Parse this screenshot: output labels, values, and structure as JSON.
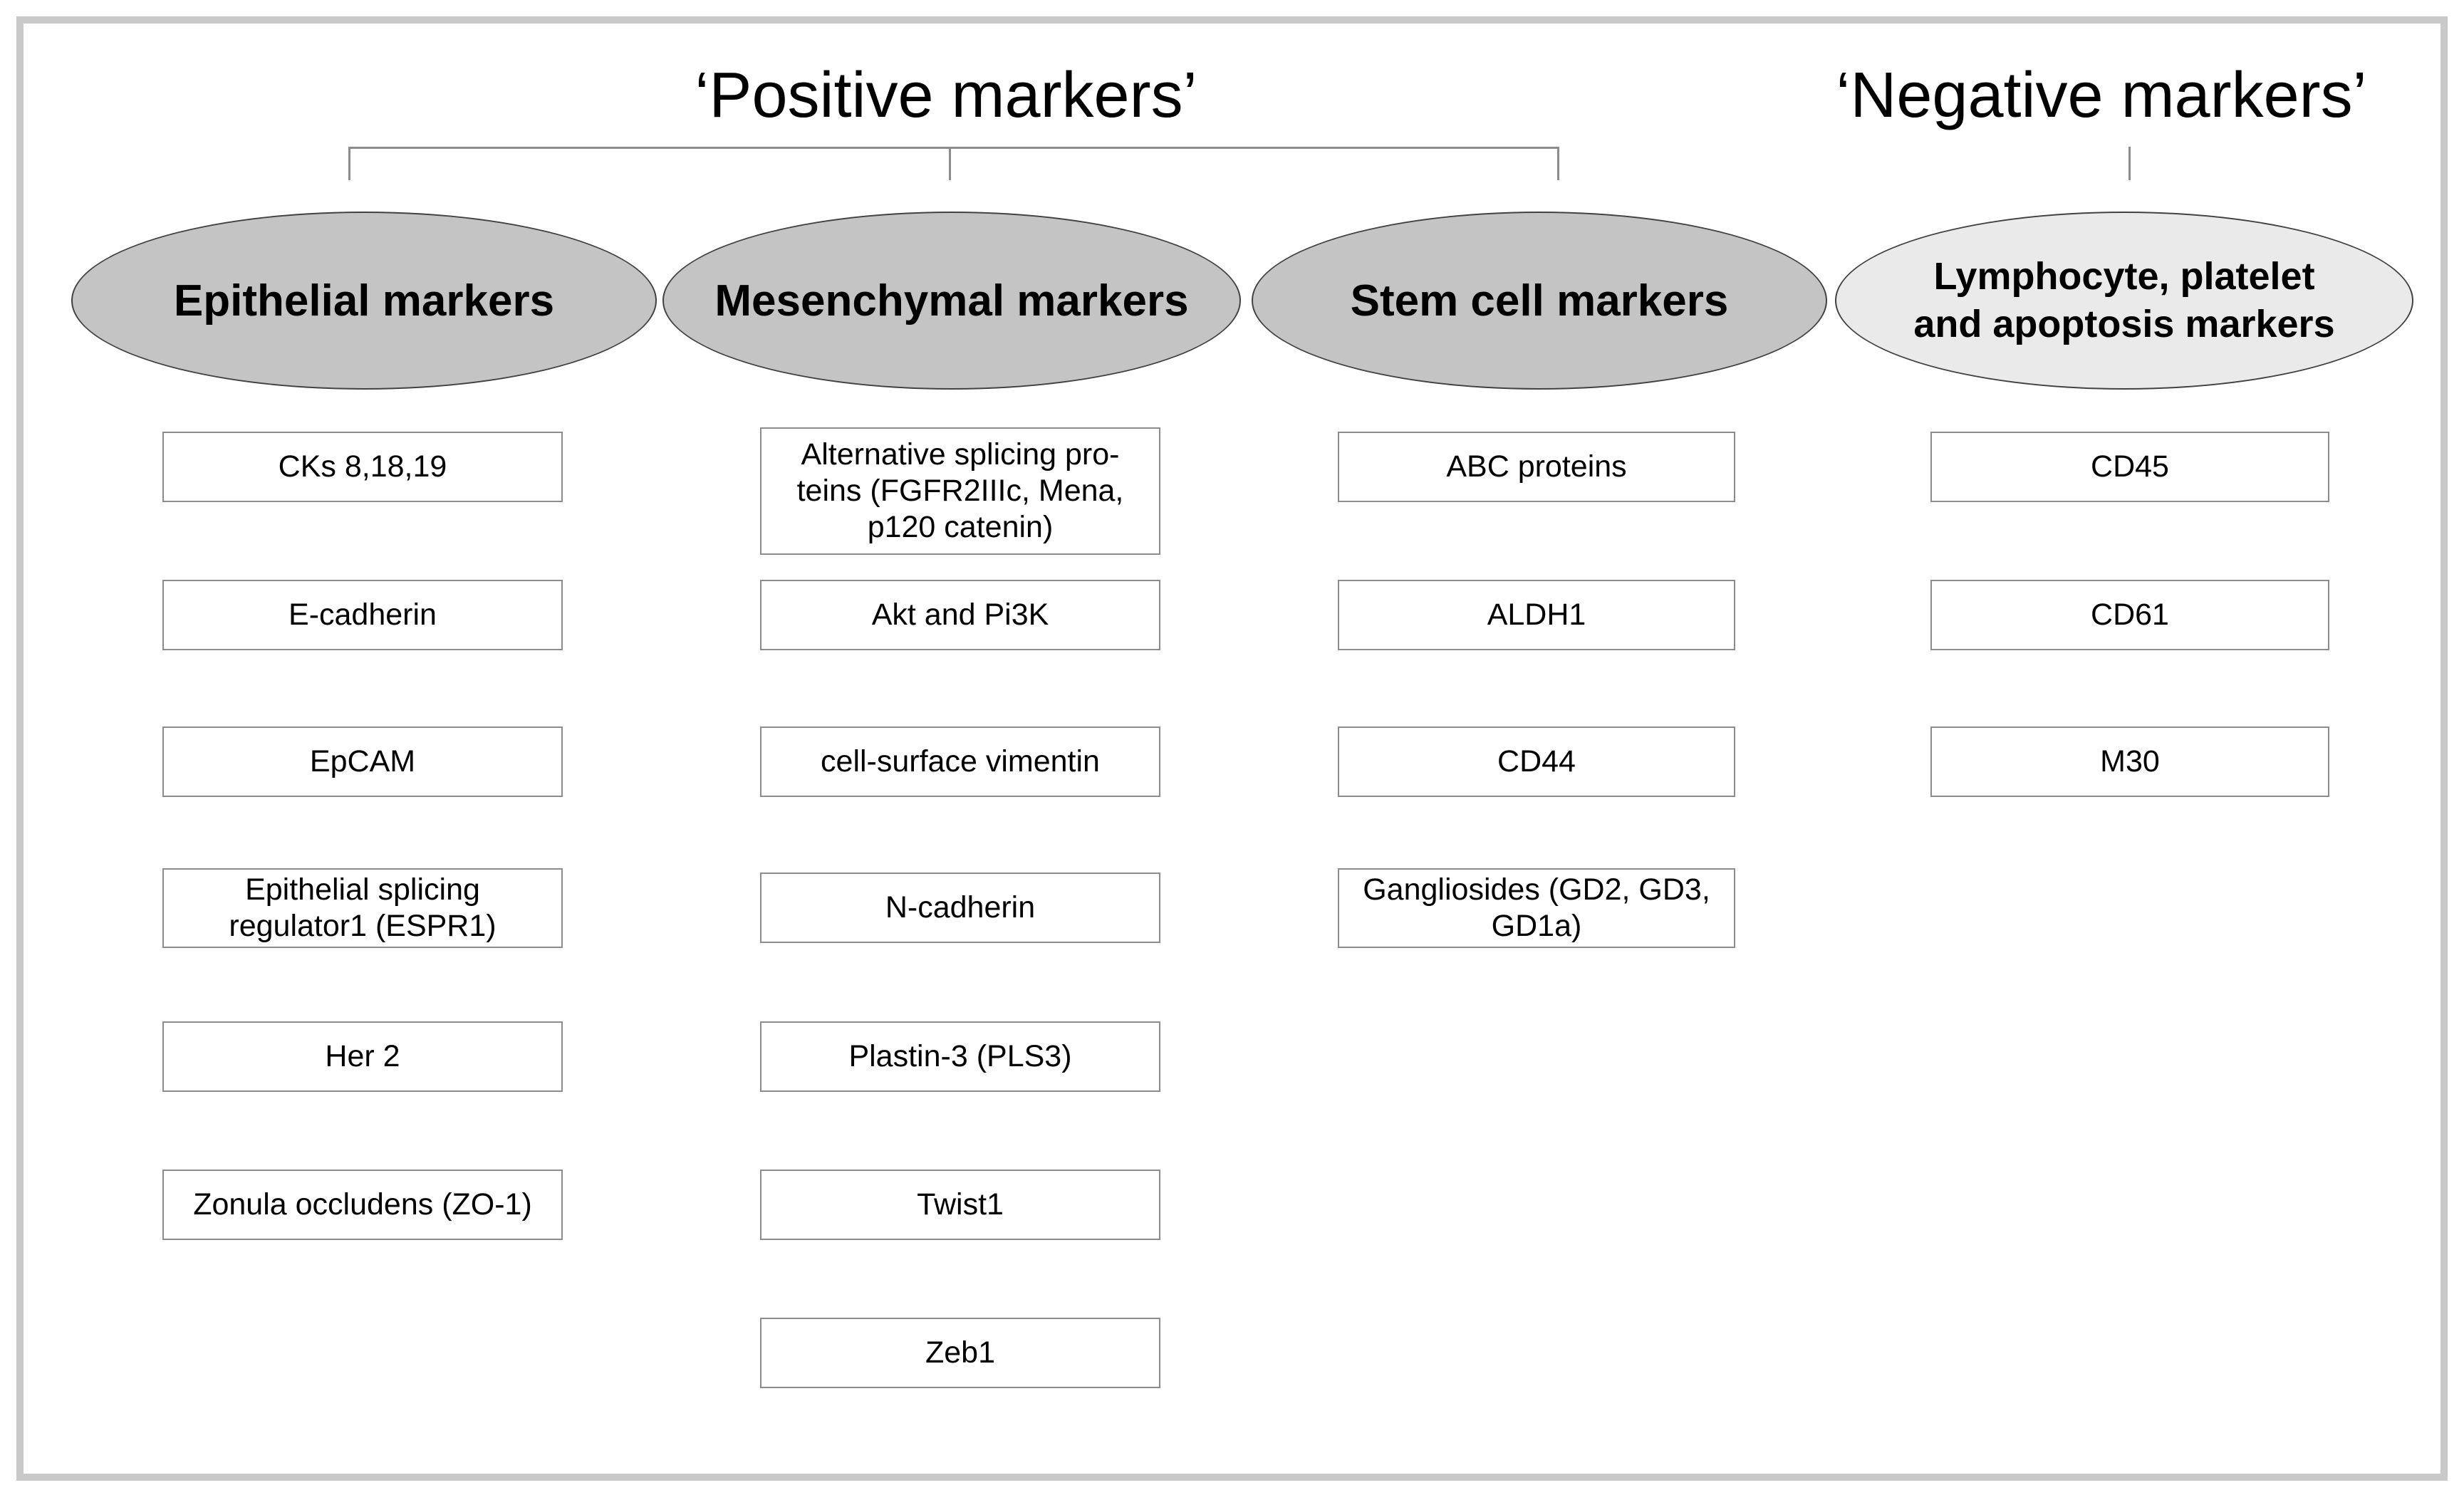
{
  "titles": {
    "positive": "‘Positive markers’",
    "negative": "‘Negative markers’"
  },
  "colors": {
    "group_fill": "#c4c4c4",
    "negative_group_fill": "#eaeaea",
    "line_color": "#8c8c8c",
    "slide_border": "#c9c9c9"
  },
  "groups": [
    {
      "label": "Epithelial markers",
      "fill": "#c4c4c4",
      "items": [
        "CKs 8,18,19",
        "E-cadherin",
        "EpCAM",
        "Epithelial splicing\nregulator1 (ESPR1)",
        "Her 2",
        "Zonula occludens (ZO-1)"
      ]
    },
    {
      "label": "Mesenchymal markers",
      "fill": "#c4c4c4",
      "items": [
        "Alternative splicing pro-\nteins (FGFR2IIIc, Mena,\np120 catenin)",
        "Akt and Pi3K",
        "cell-surface vimentin",
        "N-cadherin",
        "Plastin-3 (PLS3)",
        "Twist1",
        "Zeb1"
      ]
    },
    {
      "label": "Stem cell markers",
      "fill": "#c4c4c4",
      "items": [
        "ABC proteins",
        "ALDH1",
        "CD44",
        "Gangliosides (GD2, GD3,\nGD1a)"
      ]
    },
    {
      "label": "Lymphocyte, platelet\nand apoptosis markers",
      "fill": "#eaeaea",
      "items": [
        "CD45",
        "CD61",
        "M30"
      ]
    }
  ]
}
